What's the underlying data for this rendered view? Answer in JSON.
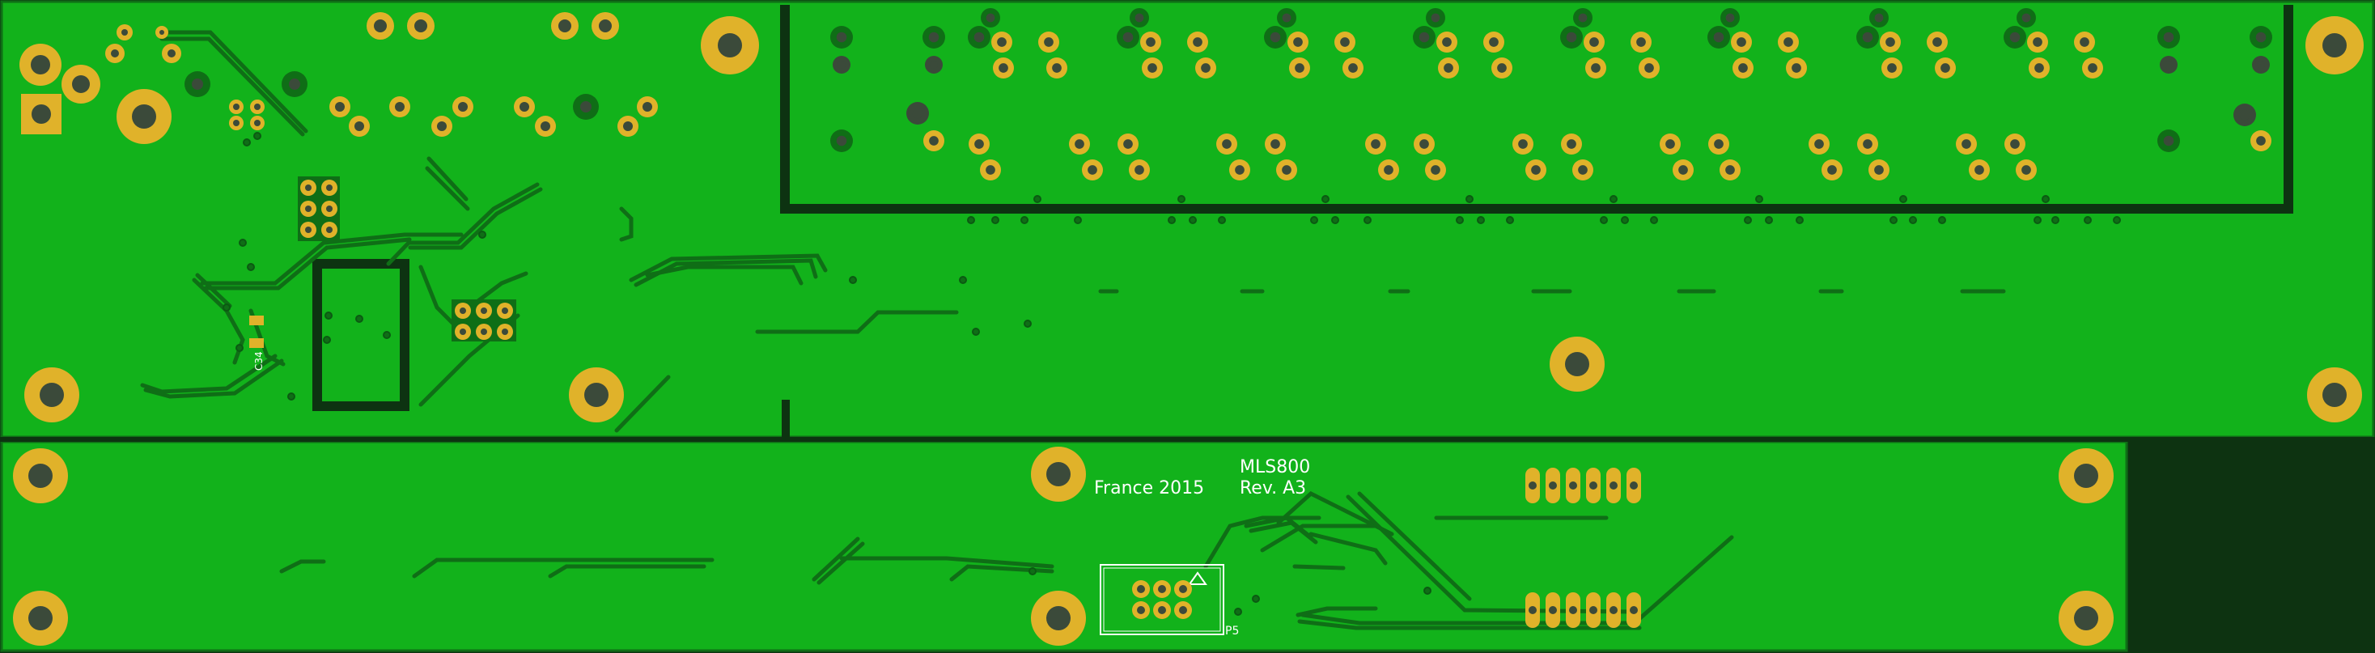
{
  "board": {
    "colors": {
      "background": "#0d3311",
      "copper": "#12b21b",
      "trace": "#0f6e16",
      "pad": "#e0b22a",
      "hole": "#3b4a3a",
      "silk": "#ffffff"
    },
    "silkscreen": {
      "country_year": "France 2015",
      "model": "MLS800",
      "revision": "Rev. A3",
      "connector_ref": "P5",
      "cap_ref": "C34"
    }
  }
}
